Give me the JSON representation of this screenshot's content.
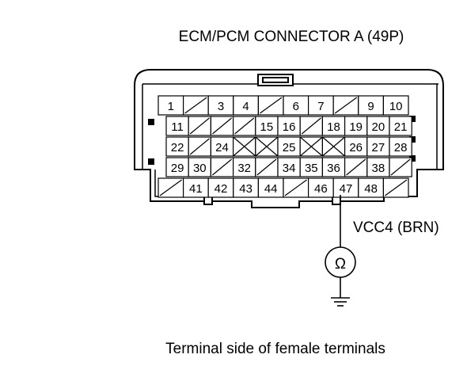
{
  "title": "ECM/PCM CONNECTOR A (49P)",
  "caption": "Terminal side of female terminals",
  "probe": {
    "wire_label": "VCC4 (BRN)",
    "meter_symbol": "Ω",
    "meter_icon": "ohmmeter-icon",
    "ground_icon": "ground-icon"
  },
  "connector": {
    "rows": [
      [
        "1",
        "/",
        "3",
        "4",
        "/",
        "6",
        "7",
        "/",
        "9",
        "10"
      ],
      [
        "11",
        "/",
        "/",
        "/",
        "15",
        "16",
        "/",
        "18",
        "19",
        "20",
        "21"
      ],
      [
        "22",
        "/",
        "24",
        "X",
        "X",
        "25",
        "X",
        "X",
        "26",
        "27",
        "28"
      ],
      [
        "29",
        "30",
        "/",
        "32",
        "/",
        "34",
        "35",
        "36",
        "/",
        "38",
        "/"
      ],
      [
        "/",
        "41",
        "42",
        "43",
        "44",
        "/",
        "46",
        "47",
        "48",
        "/"
      ]
    ],
    "probed_pin": "47"
  }
}
